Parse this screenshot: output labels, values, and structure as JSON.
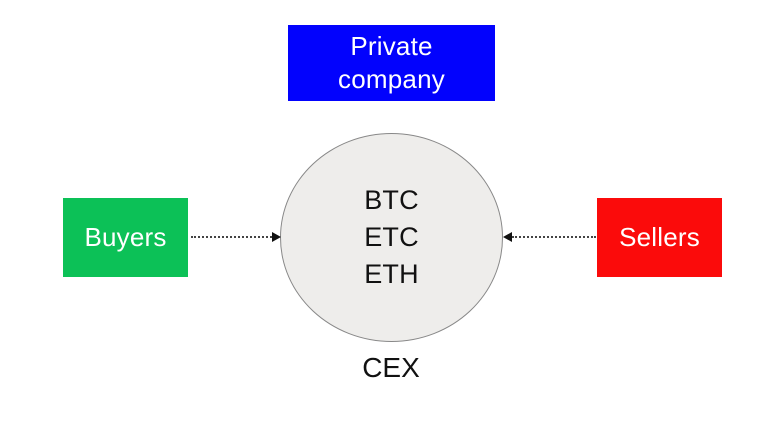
{
  "diagram": {
    "background": "#ffffff",
    "nodes": {
      "private_company": {
        "lines": [
          "Private",
          "company"
        ],
        "bg": "#0202fd",
        "text_color": "#ffffff"
      },
      "buyers": {
        "label": "Buyers",
        "bg": "#0cc157",
        "text_color": "#ffffff"
      },
      "sellers": {
        "label": "Sellers",
        "bg": "#fb0b0b",
        "text_color": "#ffffff"
      },
      "cex": {
        "assets": [
          "BTC",
          "ETC",
          "ETH"
        ],
        "caption": "CEX",
        "bg": "#eeedeb",
        "border_color": "#888888",
        "text_color": "#111111"
      }
    },
    "edges": [
      {
        "from": "Buyers",
        "to": "CEX",
        "style": "dotted",
        "arrow": "into-cex"
      },
      {
        "from": "Sellers",
        "to": "CEX",
        "style": "dotted",
        "arrow": "into-cex"
      }
    ]
  }
}
